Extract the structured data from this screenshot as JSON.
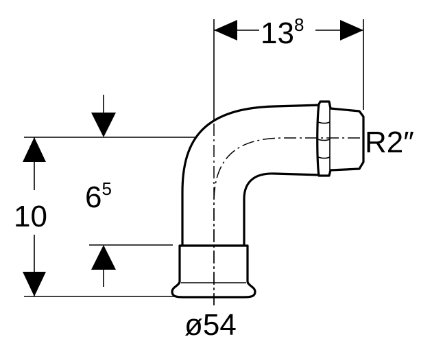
{
  "dimensions": {
    "top_width": {
      "main": "13",
      "sup": "8"
    },
    "inner_height": {
      "main": "6",
      "sup": "5"
    },
    "total_height": {
      "main": "10"
    },
    "thread": {
      "label": "R2″"
    },
    "diameter": {
      "label": "ø54"
    }
  }
}
